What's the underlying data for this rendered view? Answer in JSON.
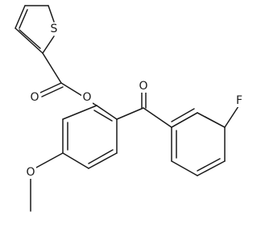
{
  "molecule": {
    "atoms": {
      "sulfur": "S",
      "carbonyl_oxygen_ester": "O",
      "ester_oxygen": "O",
      "ketone_oxygen": "O",
      "methoxy_oxygen": "O",
      "fluorine": "F"
    }
  }
}
